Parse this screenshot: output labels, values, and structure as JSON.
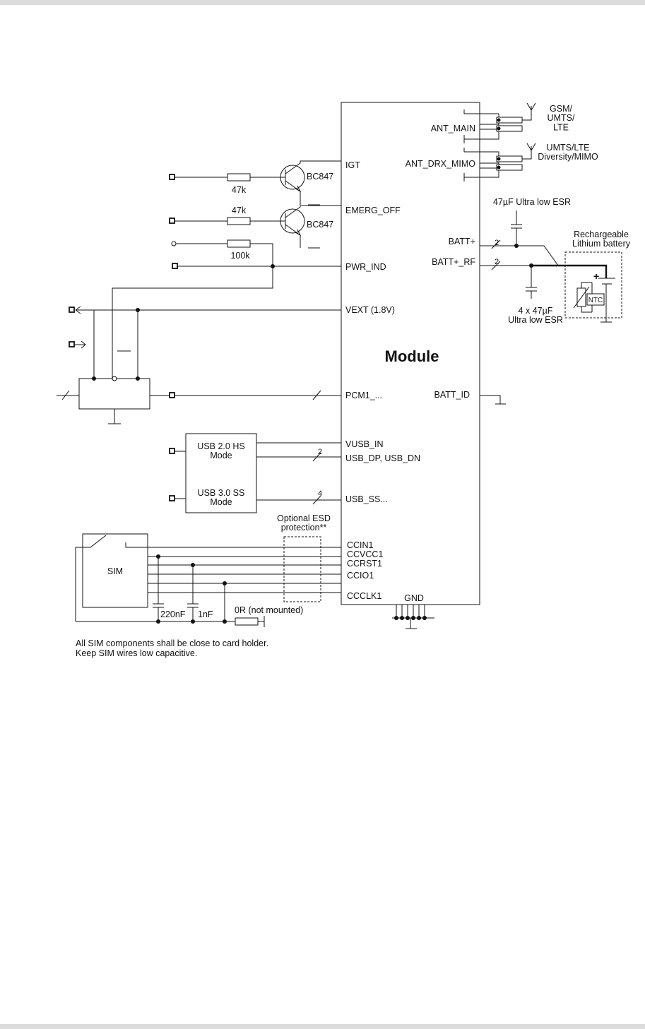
{
  "module": {
    "title": "Module",
    "left_pins": [
      "IGT",
      "EMERG_OFF",
      "PWR_IND",
      "VEXT (1.8V)",
      "PCM1_...",
      "VUSB_IN",
      "USB_DP, USB_DN",
      "USB_SS...",
      "CCIN1",
      "CCVCC1",
      "CCRST1",
      "CCIO1",
      "CCCLK1"
    ],
    "right_pins": [
      "ANT_MAIN",
      "ANT_DRX_MIMO",
      "BATT+",
      "BATT+_RF",
      "BATT_ID"
    ],
    "gnd": "GND"
  },
  "antennas": {
    "main": "GSM/\nUMTS/\nLTE",
    "drx": "UMTS/LTE\nDiversity/MIMO"
  },
  "transistors": [
    "BC847",
    "BC847"
  ],
  "resistors": [
    "47k",
    "47k",
    "100k",
    "0R (not mounted)"
  ],
  "capacitors": {
    "batt": "47µF Ultra low ESR",
    "rf": "4 x 47µF\nUltra low ESR",
    "sim1": "220nF",
    "sim2": "1nF"
  },
  "battery": {
    "label": "Rechargeable\nLithium battery",
    "ntc": "NTC",
    "plus": "+"
  },
  "bus_counts": [
    "2",
    "2",
    "2",
    "4"
  ],
  "usb_box": {
    "hs": "USB 2.0 HS\nMode",
    "ss": "USB 3.0 SS\nMode"
  },
  "sim": {
    "label": "SIM"
  },
  "esd": "Optional ESD\nprotection**",
  "notes": [
    "All SIM components shall be close to card holder.",
    "Keep SIM wires low capacitive."
  ]
}
